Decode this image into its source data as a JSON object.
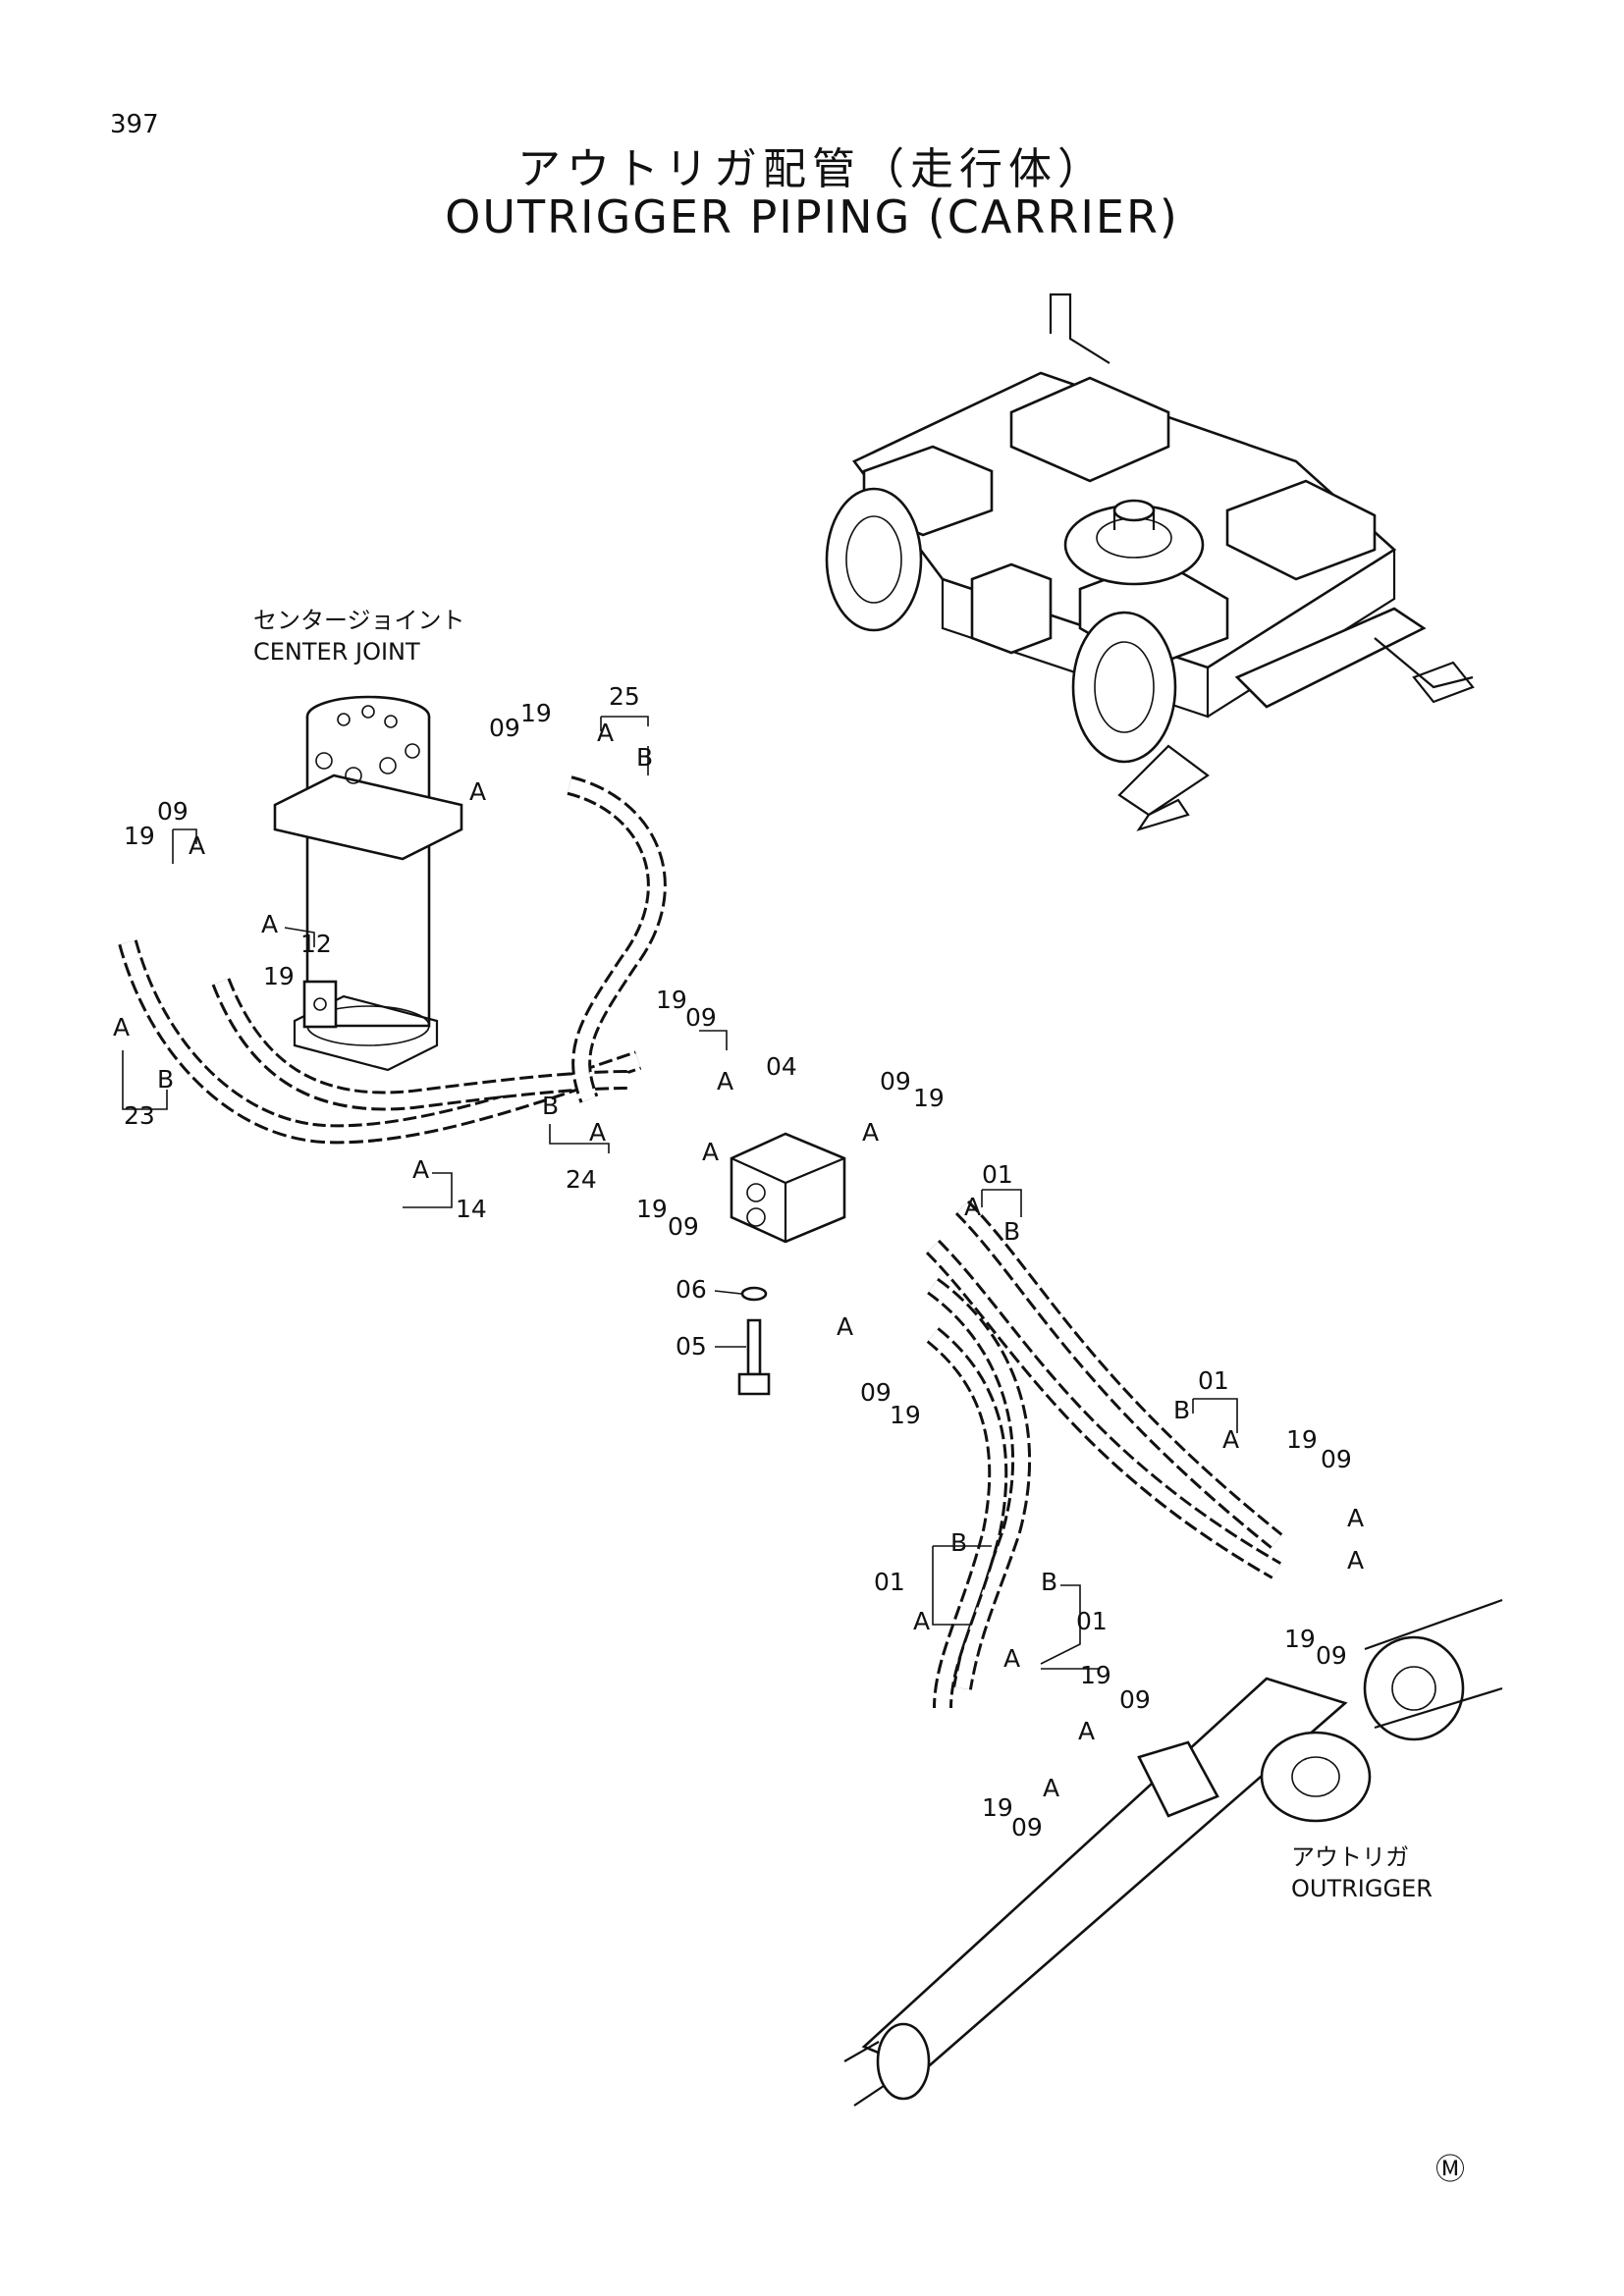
{
  "page_number": "397",
  "title_jp": "アウトリガ配管（走行体）",
  "title_en": "OUTRIGGER PIPING (CARRIER)",
  "center_joint": {
    "label_jp": "センタージョイント",
    "label_en": "CENTER JOINT"
  },
  "outrigger": {
    "label_jp": "アウトリガ",
    "label_en": "OUTRIGGER"
  },
  "mark": "Ⓜ",
  "callouts": {
    "p01": "01",
    "p04": "04",
    "p05": "05",
    "p06": "06",
    "p09": "09",
    "p12": "12",
    "p14": "14",
    "p19": "19",
    "p23": "23",
    "p24": "24",
    "p25": "25",
    "a": "A",
    "b": "B"
  }
}
